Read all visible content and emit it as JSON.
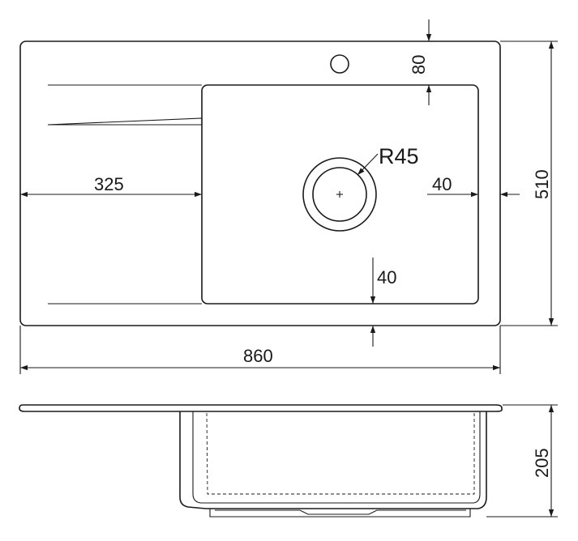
{
  "dimensions": {
    "overall_width": "860",
    "overall_depth": "510",
    "drainer_width": "325",
    "tap_hole_offset": "80",
    "drain_radius": "R45",
    "bowl_side_margin": "40",
    "bowl_front_margin": "40",
    "bowl_height": "205"
  }
}
